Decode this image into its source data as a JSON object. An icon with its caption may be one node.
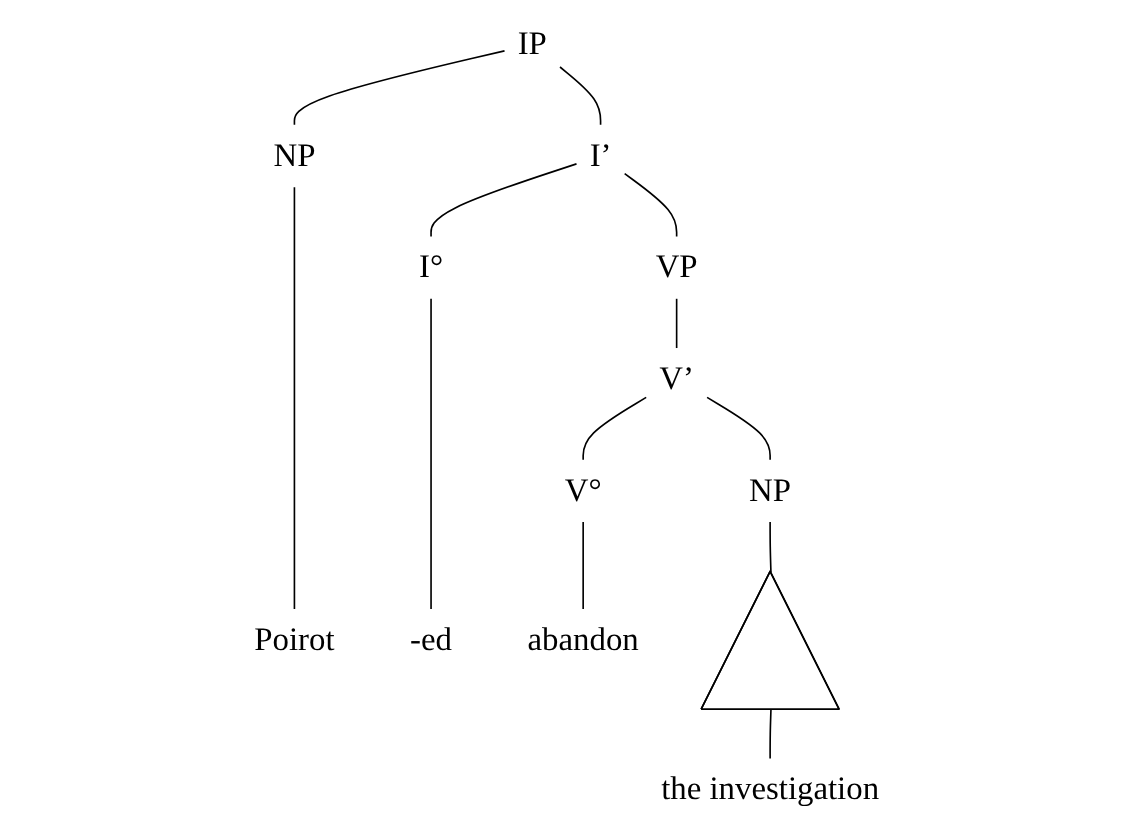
{
  "diagram": {
    "nodes": [
      {
        "text": [
          "IP"
        ]
      },
      {
        "text": [
          "NP"
        ]
      },
      {
        "text": [
          "I’"
        ]
      },
      {
        "text": [
          "Poirot"
        ]
      },
      {
        "text": [
          "I°"
        ]
      },
      {
        "text": [
          "VP"
        ]
      },
      {
        "text": [
          "-ed"
        ]
      },
      {
        "text": [
          "V’"
        ]
      },
      {
        "text": [
          "V°"
        ]
      },
      {
        "text": [
          "NP"
        ]
      },
      {
        "text": [
          "abandon"
        ]
      },
      {
        "text": [],
        "shape": "triangle"
      },
      {
        "text": [
          "the investigation"
        ]
      }
    ],
    "edges": [
      {
        "from": 0,
        "to": 1,
        "arrow": "none"
      },
      {
        "from": 0,
        "to": 2,
        "arrow": "none"
      },
      {
        "from": 1,
        "to": 3,
        "arrow": "none"
      },
      {
        "from": 2,
        "to": 4,
        "arrow": "none"
      },
      {
        "from": 2,
        "to": 5,
        "arrow": "none"
      },
      {
        "from": 4,
        "to": 6,
        "arrow": "none"
      },
      {
        "from": 5,
        "to": 7,
        "arrow": "none"
      },
      {
        "from": 7,
        "to": 8,
        "arrow": "none"
      },
      {
        "from": 7,
        "to": 9,
        "arrow": "none"
      },
      {
        "from": 8,
        "to": 10,
        "arrow": "none"
      },
      {
        "from": 9,
        "to": 11,
        "arrow": "none"
      },
      {
        "from": 11,
        "to": 12,
        "arrow": "none"
      }
    ]
  }
}
